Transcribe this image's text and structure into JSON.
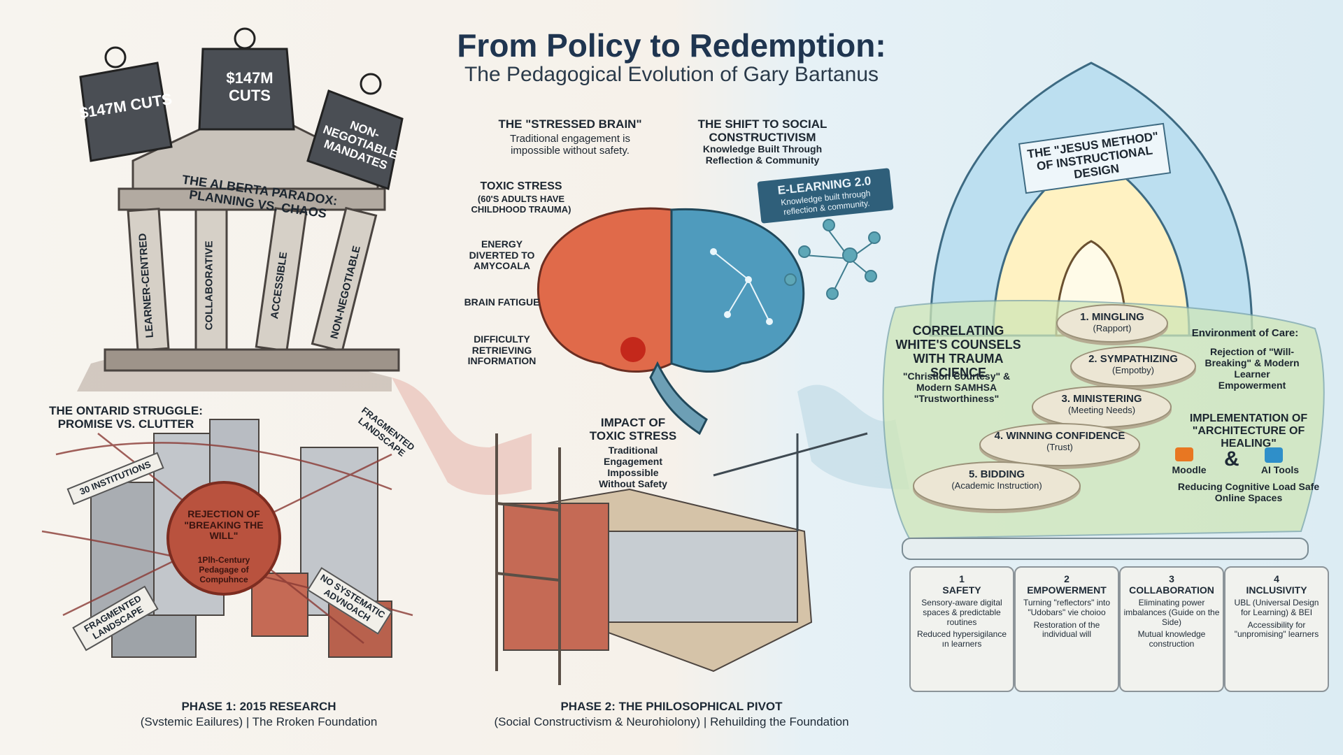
{
  "header": {
    "title": "From Policy to Redemption:",
    "subtitle": "The Pedagogical Evolution of Gary Bartanus"
  },
  "phase1": {
    "weights": [
      "$147M CUTS",
      "$147M CUTS",
      "NON-NEGOTIABLE MANDATES"
    ],
    "paradox": "THE ALBERTA PARADOX: PLANNING VS. CHAOS",
    "columns": [
      "LEARNER-CENTRED",
      "COLLABORATIVE",
      "ACCESSIBLE",
      "NON-NEGOTIABLE"
    ],
    "ontario_title": "THE ONTARID STRUGGLE: PROMISE VS. CLUTTER",
    "signs": {
      "institutions": "30 INSTITUTIONS",
      "fragmented_top": "FRAGMENTED LANDSCAPE",
      "fragmented_bottom": "FRAGMENTED LANDSCAPE",
      "no_systematic": "NO SYSTEMATIC ADVNOACH"
    },
    "seal": {
      "title": "REJECTION OF \"BREAKING THE WILL\"",
      "sub": "1Plh-Century Pedagage of Compuhnce"
    },
    "caption_title": "PHASE 1: 2015 RESEARCH",
    "caption_sub": "(Svstemic Eailures)  | The Rroken Foundation"
  },
  "phase2": {
    "stressed_title": "THE \"STRESSED BRAIN\"",
    "stressed_sub": "Traditional engagement is impossible without safety.",
    "toxic": "TOXIC STRESS",
    "toxic_sub": "(60's ADULTS HAVE CHILDHOOD TRAUMA)",
    "energy": "ENERGY DIVERTED TO AMYCOALA",
    "fatigue": "BRAIN FATIGUE",
    "difficulty": "DIFFICULTY RETRIEVING INFORMATION",
    "shift_title": "THE SHIFT TO SOCIAL CONSTRUCTIVISM",
    "shift_sub": "Knowledge Built Through Reflection & Community",
    "banner_title": "E-LEARNING 2.0",
    "banner_sub": "Knowledge built through reflection & community.",
    "impact_title": "IMPACT OF TOXIC STRESS",
    "impact_sub": "Traditional Engagement Impossible Without Safety",
    "caption_title": "PHASE 2: THE PHILOSOPHICAL PIVOT",
    "caption_sub": "(Social Constructivism & Neurohiolony) | Rehuilding the Foundation"
  },
  "phase3": {
    "arch_title": "THE \"JESUS METHOD\" OF INSTRUCTIONAL DESIGN",
    "correlating_title": "CORRELATING WHITE'S COUNSELS WITH TRAUMA SCIENCE",
    "correlating_sub": "\"Christion Courtesy\" & Modern SAMHSA \"Trustworthiness\"",
    "care_title": "Environment of Care:",
    "care_sub": "Rejection of \"Will-Breaking\" & Modern Learner Empowerment",
    "implementation_title": "IMPLEMENTATION OF \"ARCHITECTURE OF HEALING\"",
    "moodle": "Moodle",
    "amp": "&",
    "ai": "AI Tools",
    "implementation_sub": "Reducing Cognitive Load Safe Online Spaces",
    "steps": [
      {
        "name": "1. MINGLING",
        "sub": "(Rapport)"
      },
      {
        "name": "2. SYMPATHIZING",
        "sub": "(Empotby)"
      },
      {
        "name": "3. MINISTERING",
        "sub": "(Meeting Needs)"
      },
      {
        "name": "4. WINNING CONFIDENCE",
        "sub": "(Trust)"
      },
      {
        "name": "5. BIDDING",
        "sub": "(Academic Instruction)"
      }
    ],
    "pillars": [
      {
        "num": "1",
        "title": "SAFETY",
        "d1": "Sensory-aware digital spaces & predictable routines",
        "d2": "Reduced hypersigilance ın learners"
      },
      {
        "num": "2",
        "title": "EMPOWERMENT",
        "d1": "Turning \"reflectors\" into \"Udobars\" vie choioo",
        "d2": "Restoration of the individual will"
      },
      {
        "num": "3",
        "title": "COLLABORATION",
        "d1": "Eliminating power imbalances (Guide on the Side)",
        "d2": "Mutual knowledge construction"
      },
      {
        "num": "4",
        "title": "INCLUSIVITY",
        "d1": "UBL (Universal Design for Learning) & BEI",
        "d2": "Accessibility for \"unpromising\" learners"
      }
    ]
  },
  "colors": {
    "brain_left": "#e06a4a",
    "brain_right": "#4f9bbd",
    "title": "#1f3550"
  }
}
